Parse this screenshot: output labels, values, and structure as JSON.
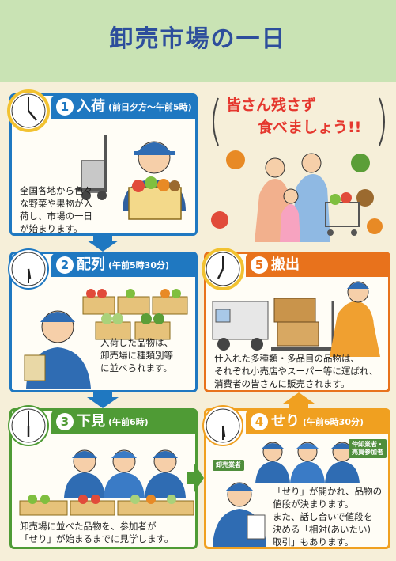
{
  "page": {
    "title": "卸売市場の一日"
  },
  "slogan": {
    "line1": "皆さん残さず",
    "line2": "食べましょう!!"
  },
  "steps": [
    {
      "number": "1",
      "name": "入荷",
      "time": "(前日夕方～午前5時)",
      "text": [
        "全国各地から色々",
        "な野菜や果物が入",
        "荷し、市場の一日",
        "が始まります。"
      ]
    },
    {
      "number": "2",
      "name": "配列",
      "time": "(午前5時30分)",
      "text": [
        "入荷した品物は、",
        "卸売場に種類別等",
        "に並べられます。"
      ]
    },
    {
      "number": "3",
      "name": "下見",
      "time": "(午前6時)",
      "text": [
        "卸売場に並べた品物を、参加者が",
        "「せり」が始まるまでに見学します。"
      ]
    },
    {
      "number": "4",
      "name": "せり",
      "time": "(午前6時30分)",
      "text": [
        "「せり」が開かれ、品物の",
        "値段が決まります。",
        "また、話し合いで値段を",
        "決める「相対(あいたい)",
        "取引」もあります。"
      ]
    },
    {
      "number": "5",
      "name": "搬出",
      "time": "",
      "text": [
        "仕入れた多種類・多品目の品物は、",
        "それぞれ小売店やスーパー等に運ばれ、",
        "消費者の皆さんに販売されます。"
      ]
    }
  ],
  "labels": {
    "wholesaler": "卸売業者",
    "middleman_line1": "仲卸業者・",
    "middleman_line2": "売買参加者"
  },
  "colors": {
    "step1": "#1f78c1",
    "step2": "#1f78c1",
    "step3": "#4f9b35",
    "step4": "#f0a020",
    "step5": "#e8721c",
    "title": "#2d4e9c"
  }
}
